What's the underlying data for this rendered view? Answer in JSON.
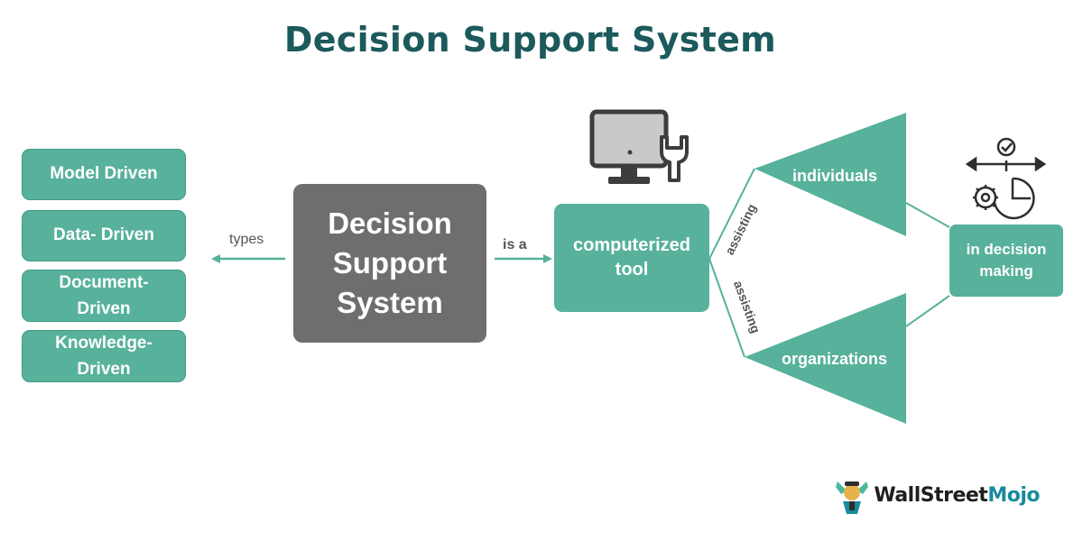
{
  "title": "Decision Support System",
  "types": [
    "Model Driven",
    "Data- Driven",
    "Document-\nDriven",
    "Knowledge-\nDriven"
  ],
  "center": {
    "line1": "Decision",
    "line2": "Support",
    "line3": "System"
  },
  "edges": {
    "types_label": "types",
    "is_a_label": "is a",
    "assisting_upper": "assisting",
    "assisting_lower": "assisting"
  },
  "tool": {
    "line1": "computerized",
    "line2": "tool"
  },
  "beneficiaries": {
    "upper": "individuals",
    "lower": "organizations"
  },
  "outcome": {
    "line1": "in decision",
    "line2": "making"
  },
  "logo": {
    "part1": "WallStreet",
    "part2": "Mojo"
  },
  "icons": {
    "computer": "computer-wrench-icon",
    "decision": "decision-arrows-gear-chart-icon",
    "brand": "wallstreetmojo-mascot-icon"
  },
  "colors": {
    "green": "#57b19b",
    "dark_gray": "#6e6e6e",
    "title": "#1c5a5c"
  }
}
